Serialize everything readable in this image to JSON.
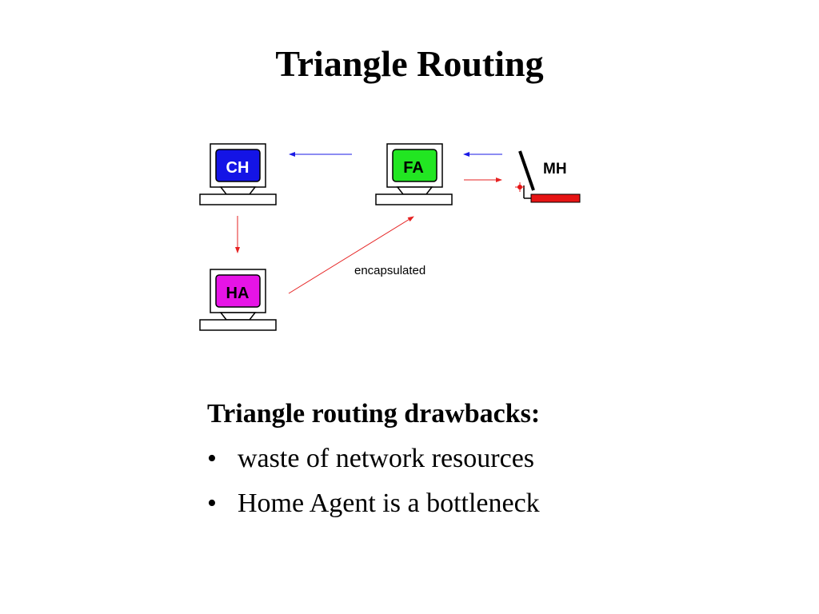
{
  "title": "Triangle Routing",
  "diagram": {
    "nodes": [
      {
        "id": "CH",
        "label": "CH",
        "color": "#1414e6"
      },
      {
        "id": "FA",
        "label": "FA",
        "color": "#22e622"
      },
      {
        "id": "HA",
        "label": "HA",
        "color": "#e614e6"
      }
    ],
    "mobile_host_label": "MH",
    "mobile_host_color": "#e61414",
    "edge_label": "encapsulated",
    "arrow_colors": {
      "blue": "#1a1ae6",
      "red": "#e62222"
    }
  },
  "drawbacks": {
    "heading": "Triangle routing drawbacks:",
    "bullet_symbol": "•",
    "items": [
      {
        "text": "waste of network resources"
      },
      {
        "text": "Home Agent is a bottleneck"
      }
    ]
  }
}
